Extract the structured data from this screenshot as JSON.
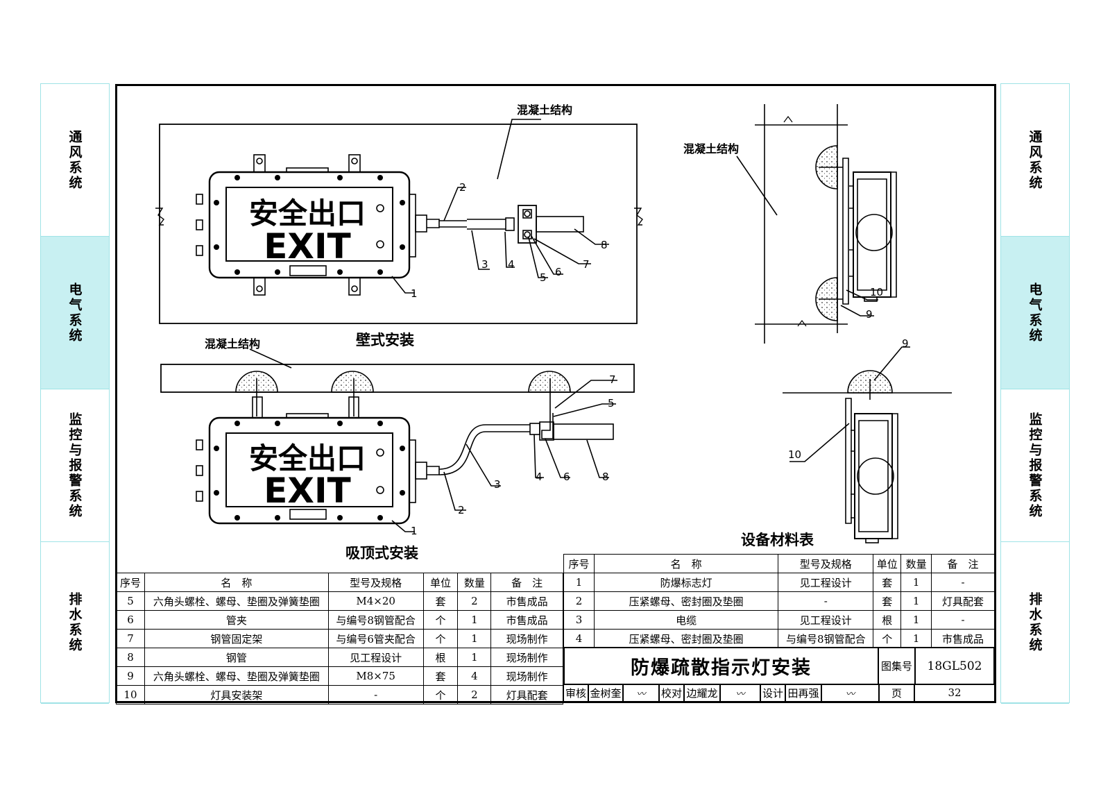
{
  "sidebar": {
    "left": [
      "通风系统",
      "电气系统",
      "监控与报警系统",
      "排水系统"
    ],
    "right": [
      "通风系统",
      "电气系统",
      "监控与报警系统",
      "排水系统"
    ],
    "active_index": 1
  },
  "labels": {
    "concrete": "混凝土结构",
    "wall_title": "壁式安装",
    "ceiling_title": "吸顶式安装",
    "material_title": "设备材料表",
    "sign_cn": "安全出口",
    "sign_en": "EXIT"
  },
  "callouts": {
    "wall": [
      "1",
      "2",
      "3",
      "4",
      "5",
      "6",
      "7",
      "8"
    ],
    "ceiling": [
      "1",
      "2",
      "3",
      "4",
      "5",
      "6",
      "7",
      "8"
    ],
    "side": [
      "9",
      "10"
    ],
    "bottom": [
      "9",
      "10"
    ]
  },
  "table_header": [
    "序号",
    "名　称",
    "型号及规格",
    "单位",
    "数量",
    "备　注"
  ],
  "table_left": [
    [
      "5",
      "六角头螺栓、螺母、垫圈及弹簧垫圈",
      "M4×20",
      "套",
      "2",
      "市售成品"
    ],
    [
      "6",
      "管夹",
      "与编号8钢管配合",
      "个",
      "1",
      "市售成品"
    ],
    [
      "7",
      "钢管固定架",
      "与编号6管夹配合",
      "个",
      "1",
      "现场制作"
    ],
    [
      "8",
      "钢管",
      "见工程设计",
      "根",
      "1",
      "现场制作"
    ],
    [
      "9",
      "六角头螺栓、螺母、垫圈及弹簧垫圈",
      "M8×75",
      "套",
      "4",
      "现场制作"
    ],
    [
      "10",
      "灯具安装架",
      "-",
      "个",
      "2",
      "灯具配套"
    ]
  ],
  "table_right": [
    [
      "1",
      "防爆标志灯",
      "见工程设计",
      "套",
      "1",
      "-"
    ],
    [
      "2",
      "压紧螺母、密封圈及垫圈",
      "-",
      "套",
      "1",
      "灯具配套"
    ],
    [
      "3",
      "电缆",
      "见工程设计",
      "根",
      "1",
      "-"
    ],
    [
      "4",
      "压紧螺母、密封圈及垫圈",
      "与编号8钢管配合",
      "个",
      "1",
      "市售成品"
    ]
  ],
  "title_block": {
    "title": "防爆疏散指示灯安装",
    "atlas_label": "图集号",
    "atlas_no": "18GL502",
    "page_label": "页",
    "page_no": "32",
    "review_label": "审核",
    "reviewer": "金树奎",
    "check_label": "校对",
    "checker": "边耀龙",
    "design_label": "设计",
    "designer": "田再强"
  },
  "colors": {
    "side_border": "#9fe3e6",
    "side_active": "#c8f0f2"
  }
}
